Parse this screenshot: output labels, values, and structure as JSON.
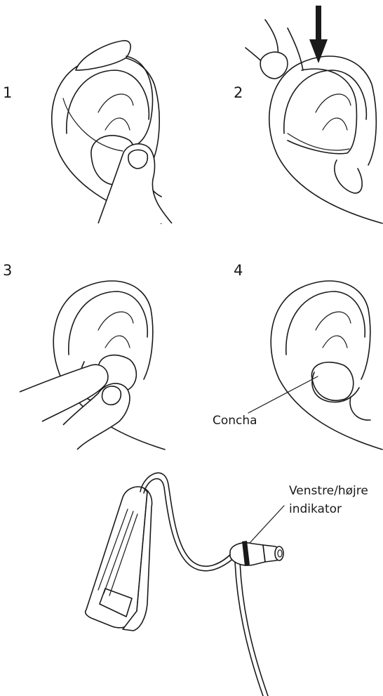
{
  "steps": [
    {
      "number": "1"
    },
    {
      "number": "2"
    },
    {
      "number": "3"
    },
    {
      "number": "4"
    }
  ],
  "callouts": {
    "concha": "Concha",
    "indicator_line1": "Venstre/højre",
    "indicator_line2": "indikator"
  },
  "colors": {
    "ink": "#1a1a1a",
    "paper": "#ffffff"
  }
}
